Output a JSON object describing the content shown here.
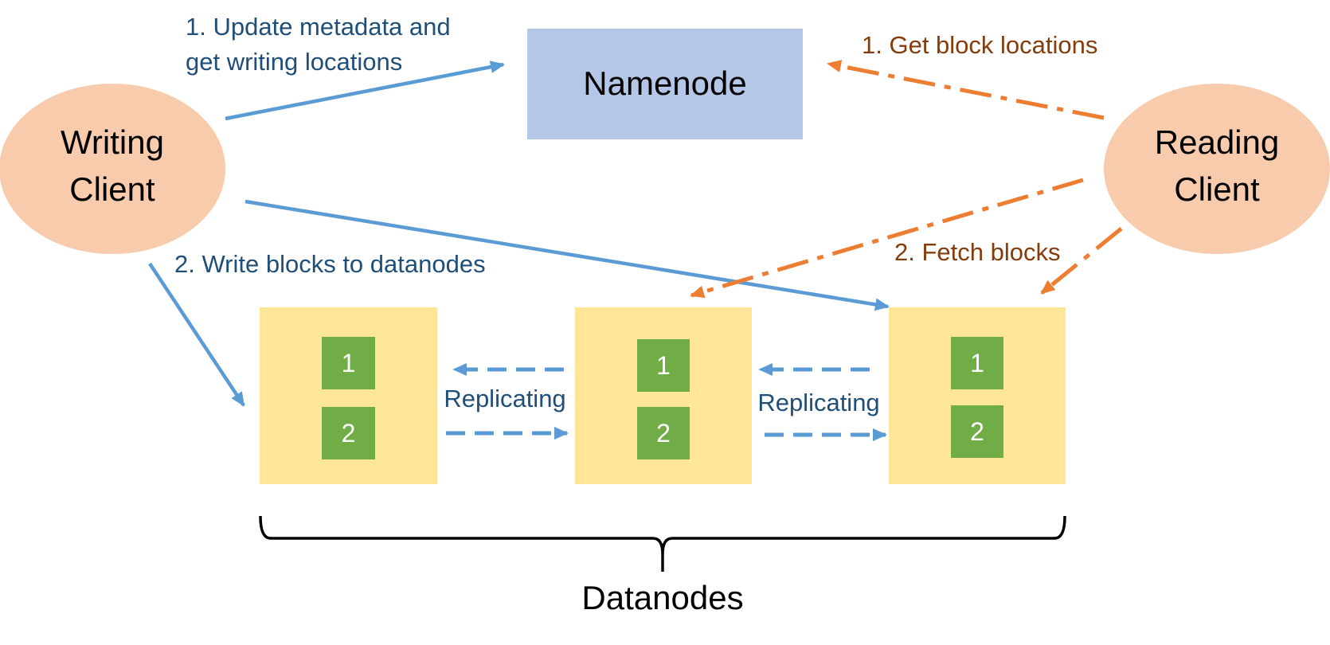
{
  "colors": {
    "client_fill": "#F8CBAD",
    "namenode_fill": "#B4C7E7",
    "datanode_fill": "#FFE699",
    "block_fill": "#70AD47",
    "write_arrow": "#5B9BD5",
    "read_arrow": "#ED7D31",
    "write_label": "#1F4E79",
    "read_label": "#843C0C",
    "brace": "#000000"
  },
  "nodes": {
    "writing_client": {
      "line1": "Writing",
      "line2": "Client"
    },
    "reading_client": {
      "line1": "Reading",
      "line2": "Client"
    },
    "namenode": {
      "label": "Namenode"
    }
  },
  "datanodes": {
    "group_label": "Datanodes",
    "items": [
      {
        "blocks": [
          "1",
          "2"
        ]
      },
      {
        "blocks": [
          "1",
          "2"
        ]
      },
      {
        "blocks": [
          "1",
          "2"
        ]
      }
    ]
  },
  "write_flow": {
    "step1_line1": "1. Update metadata and",
    "step1_line2": "get writing locations",
    "step2": "2. Write blocks to datanodes"
  },
  "read_flow": {
    "step1": "1. Get block locations",
    "step2": "2. Fetch blocks"
  },
  "replication": {
    "label_left": "Replicating",
    "label_right": "Replicating"
  }
}
